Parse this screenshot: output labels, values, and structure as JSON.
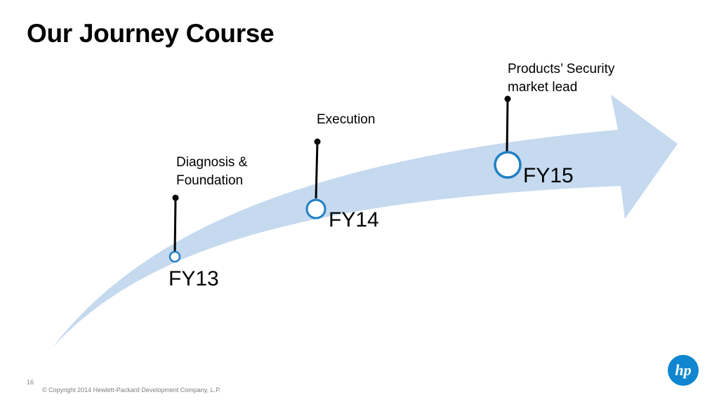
{
  "slide": {
    "title": "Our Journey Course",
    "slide_number": "16",
    "copyright": "© Copyright 2014 Hewlett-Packard Development Company, L.P.",
    "logo_text": "hp"
  },
  "colors": {
    "arrow_fill": "#c5d9ef",
    "marker_stroke": "#1f7fc1",
    "line": "#000000",
    "logo_blue": "#0f86cf"
  },
  "milestones": [
    {
      "year": "FY13",
      "label_lines": [
        "Diagnosis &",
        "Foundation"
      ]
    },
    {
      "year": "FY14",
      "label_lines": [
        "Execution"
      ]
    },
    {
      "year": "FY15",
      "label_lines": [
        "Products’ Security",
        "market lead"
      ]
    }
  ]
}
